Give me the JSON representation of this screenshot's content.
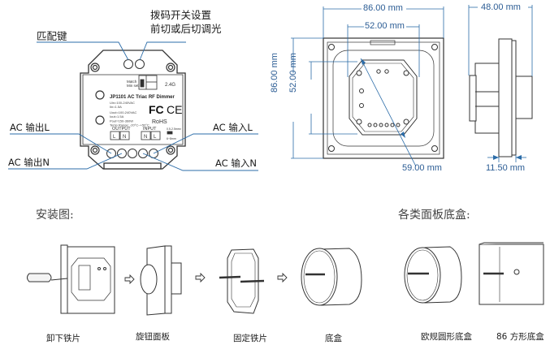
{
  "wiring": {
    "match_key": "匹配键",
    "dip_switch_line1": "拨码开关设置",
    "dip_switch_line2": "前切或后切调光",
    "ac_out_l": "AC 输出L",
    "ac_out_n": "AC 输出N",
    "ac_in_l": "AC 输入L",
    "ac_in_n": "AC 输入N",
    "device": {
      "model": "JP1101",
      "title": "AC Triac RF Dimmer",
      "spec_lines": [
        "Uin=100-240VAC",
        "Iin=1.5A",
        "Uout=100-240VAC",
        "Iout=1.5A",
        "Pout=150-360W",
        "Temp Range: -20°C~+50°C"
      ],
      "match_label": "Match",
      "match_sub": "Min set",
      "rf_label": "2.4G",
      "cert_fc": "FC",
      "cert_ce": "CE",
      "cert_rohs": "RoHS",
      "output_label": "OUTPUT",
      "input_label": "INPUT",
      "terminals_out": [
        "L",
        "N"
      ],
      "terminals_in": [
        "N",
        "L"
      ],
      "wire_spec": "0.5-2.5mm²",
      "strip_spec": "6~8mm"
    }
  },
  "dimensions": {
    "front_width": "86.00 mm",
    "inner_width": "52.00 mm",
    "front_height": "86.00 mm",
    "inner_height": "52.00 mm",
    "diagonal": "59.00 mm",
    "side_depth": "48.00 mm",
    "panel_thickness": "11.50 mm"
  },
  "installation": {
    "title": "安装图:",
    "steps": [
      "卸下铁片",
      "旋钮面板",
      "固定铁片",
      "底盒"
    ]
  },
  "boxes": {
    "title": "各类面板底盒:",
    "items": [
      "欧规圆形底盒",
      "86 方形底盒"
    ]
  }
}
